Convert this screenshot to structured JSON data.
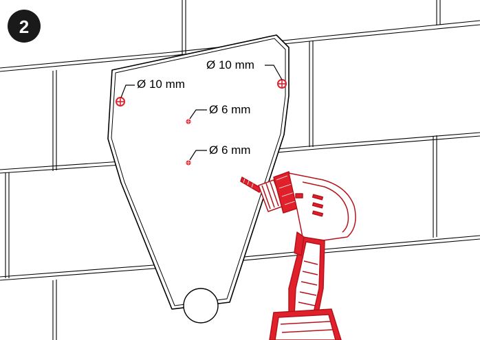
{
  "step": {
    "number": "2"
  },
  "holes": [
    {
      "id": "top-right-hole",
      "label": "Ø 10 mm",
      "kind": "large"
    },
    {
      "id": "top-left-hole",
      "label": "Ø 10 mm",
      "kind": "large"
    },
    {
      "id": "upper-middle-hole",
      "label": "Ø 6 mm",
      "kind": "small"
    },
    {
      "id": "lower-middle-hole",
      "label": "Ø 6 mm",
      "kind": "small"
    }
  ],
  "colors": {
    "drill_red": "#e0202b",
    "drill_dark": "#b5121c",
    "line": "#000000",
    "badge": "#1a1a1a"
  },
  "icons": {
    "tool": "cordless-drill-icon",
    "badge": "step-badge"
  }
}
